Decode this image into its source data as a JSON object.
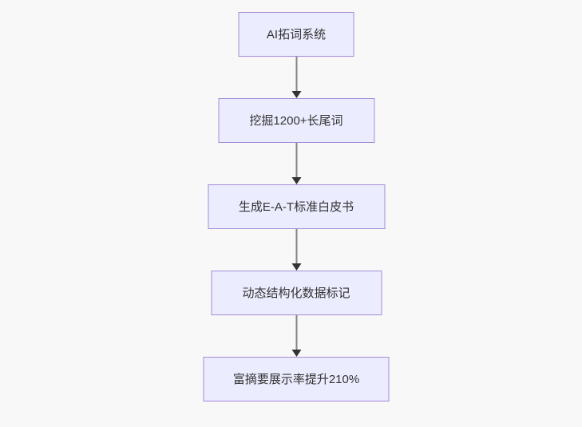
{
  "diagram": {
    "type": "flowchart-vertical",
    "nodes": [
      {
        "label": "AI拓词系统"
      },
      {
        "label": "挖掘1200+长尾词"
      },
      {
        "label": "生成E-A-T标准白皮书"
      },
      {
        "label": "动态结构化数据标记"
      },
      {
        "label": "富摘要展示率提升210%"
      }
    ],
    "edges": [
      {
        "from": 0,
        "to": 1
      },
      {
        "from": 1,
        "to": 2
      },
      {
        "from": 2,
        "to": 3
      },
      {
        "from": 3,
        "to": 4
      }
    ],
    "colors": {
      "background": "#f8f8f8",
      "node_fill": "#ececff",
      "node_border": "#a38bd6",
      "node_text": "#333333",
      "edge_line": "#858585",
      "arrowhead": "#333333"
    }
  }
}
